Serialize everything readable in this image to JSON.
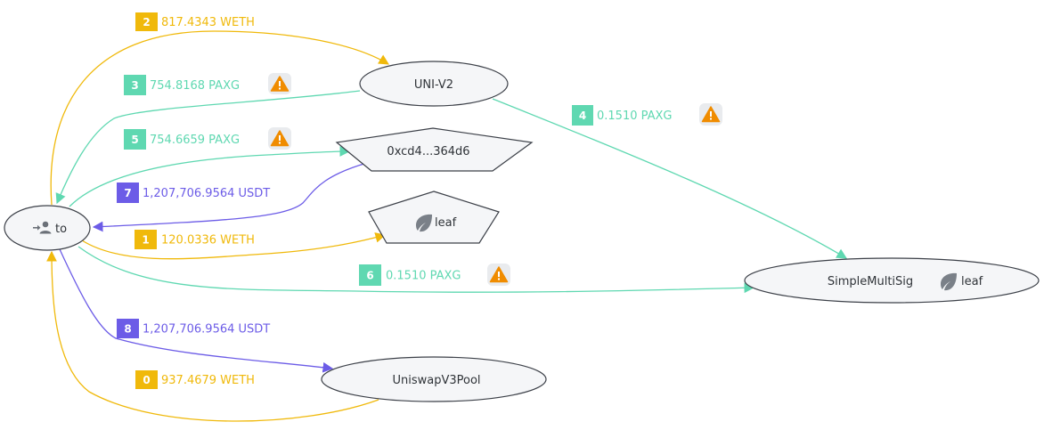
{
  "colors": {
    "weth": "#f0b90b",
    "paxg": "#5fd8b1",
    "usdt": "#6c5ce7",
    "warning": "#f08c00"
  },
  "nodes": {
    "to": {
      "label": "to",
      "icon": "user-arrow-icon"
    },
    "uni_v2": {
      "label": "UNI-V2"
    },
    "addr": {
      "label": "0xcd4...364d6"
    },
    "leaf_node": {
      "label": "leaf",
      "icon": "leaf-icon"
    },
    "multisig": {
      "label": "SimpleMultiSig",
      "tag": "leaf",
      "tag_icon": "leaf-icon"
    },
    "pool": {
      "label": "UniswapV3Pool"
    }
  },
  "edges": [
    {
      "index": "0",
      "amount": "937.4679 WETH",
      "token": "weth",
      "from": "pool",
      "to": "to",
      "warning": false
    },
    {
      "index": "1",
      "amount": "120.0336 WETH",
      "token": "weth",
      "from": "to",
      "to": "leaf_node",
      "warning": false
    },
    {
      "index": "2",
      "amount": "817.4343 WETH",
      "token": "weth",
      "from": "to",
      "to": "uni_v2",
      "warning": false
    },
    {
      "index": "3",
      "amount": "754.8168 PAXG",
      "token": "paxg",
      "from": "uni_v2",
      "to": "to",
      "warning": true
    },
    {
      "index": "4",
      "amount": "0.1510 PAXG",
      "token": "paxg",
      "from": "uni_v2",
      "to": "multisig",
      "warning": true
    },
    {
      "index": "5",
      "amount": "754.6659 PAXG",
      "token": "paxg",
      "from": "to",
      "to": "addr",
      "warning": true
    },
    {
      "index": "6",
      "amount": "0.1510 PAXG",
      "token": "paxg",
      "from": "to",
      "to": "multisig",
      "warning": true
    },
    {
      "index": "7",
      "amount": "1,207,706.9564 USDT",
      "token": "usdt",
      "from": "addr",
      "to": "to",
      "warning": false
    },
    {
      "index": "8",
      "amount": "1,207,706.9564 USDT",
      "token": "usdt",
      "from": "to",
      "to": "pool",
      "warning": false
    }
  ]
}
